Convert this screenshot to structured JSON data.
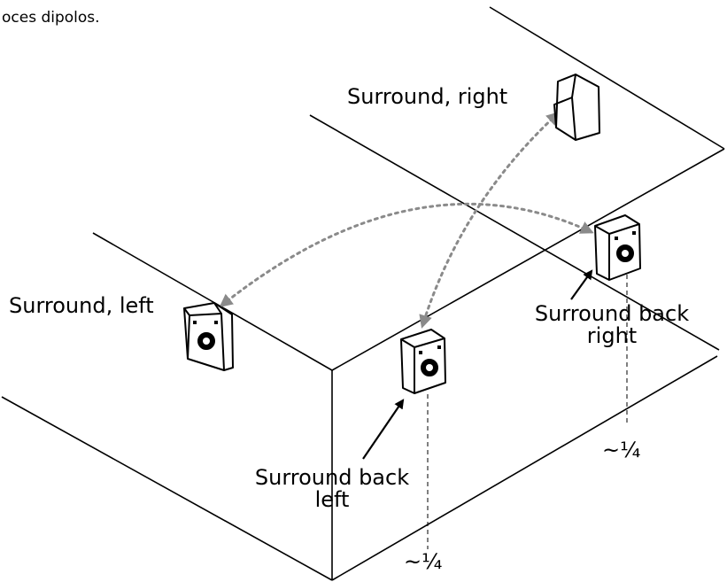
{
  "caption_fragment": "oces dipolos.",
  "labels": {
    "surround_right": "Surround, right",
    "surround_left": "Surround, left",
    "surround_back_right_line1": "Surround back",
    "surround_back_right_line2": "right",
    "surround_back_left_line1": "Surround back",
    "surround_back_left_line2": "left",
    "quarter_right": "~¼",
    "quarter_left": "~¼"
  },
  "colors": {
    "lines": "#000000",
    "dotted_arrows": "#8a8a8a"
  }
}
